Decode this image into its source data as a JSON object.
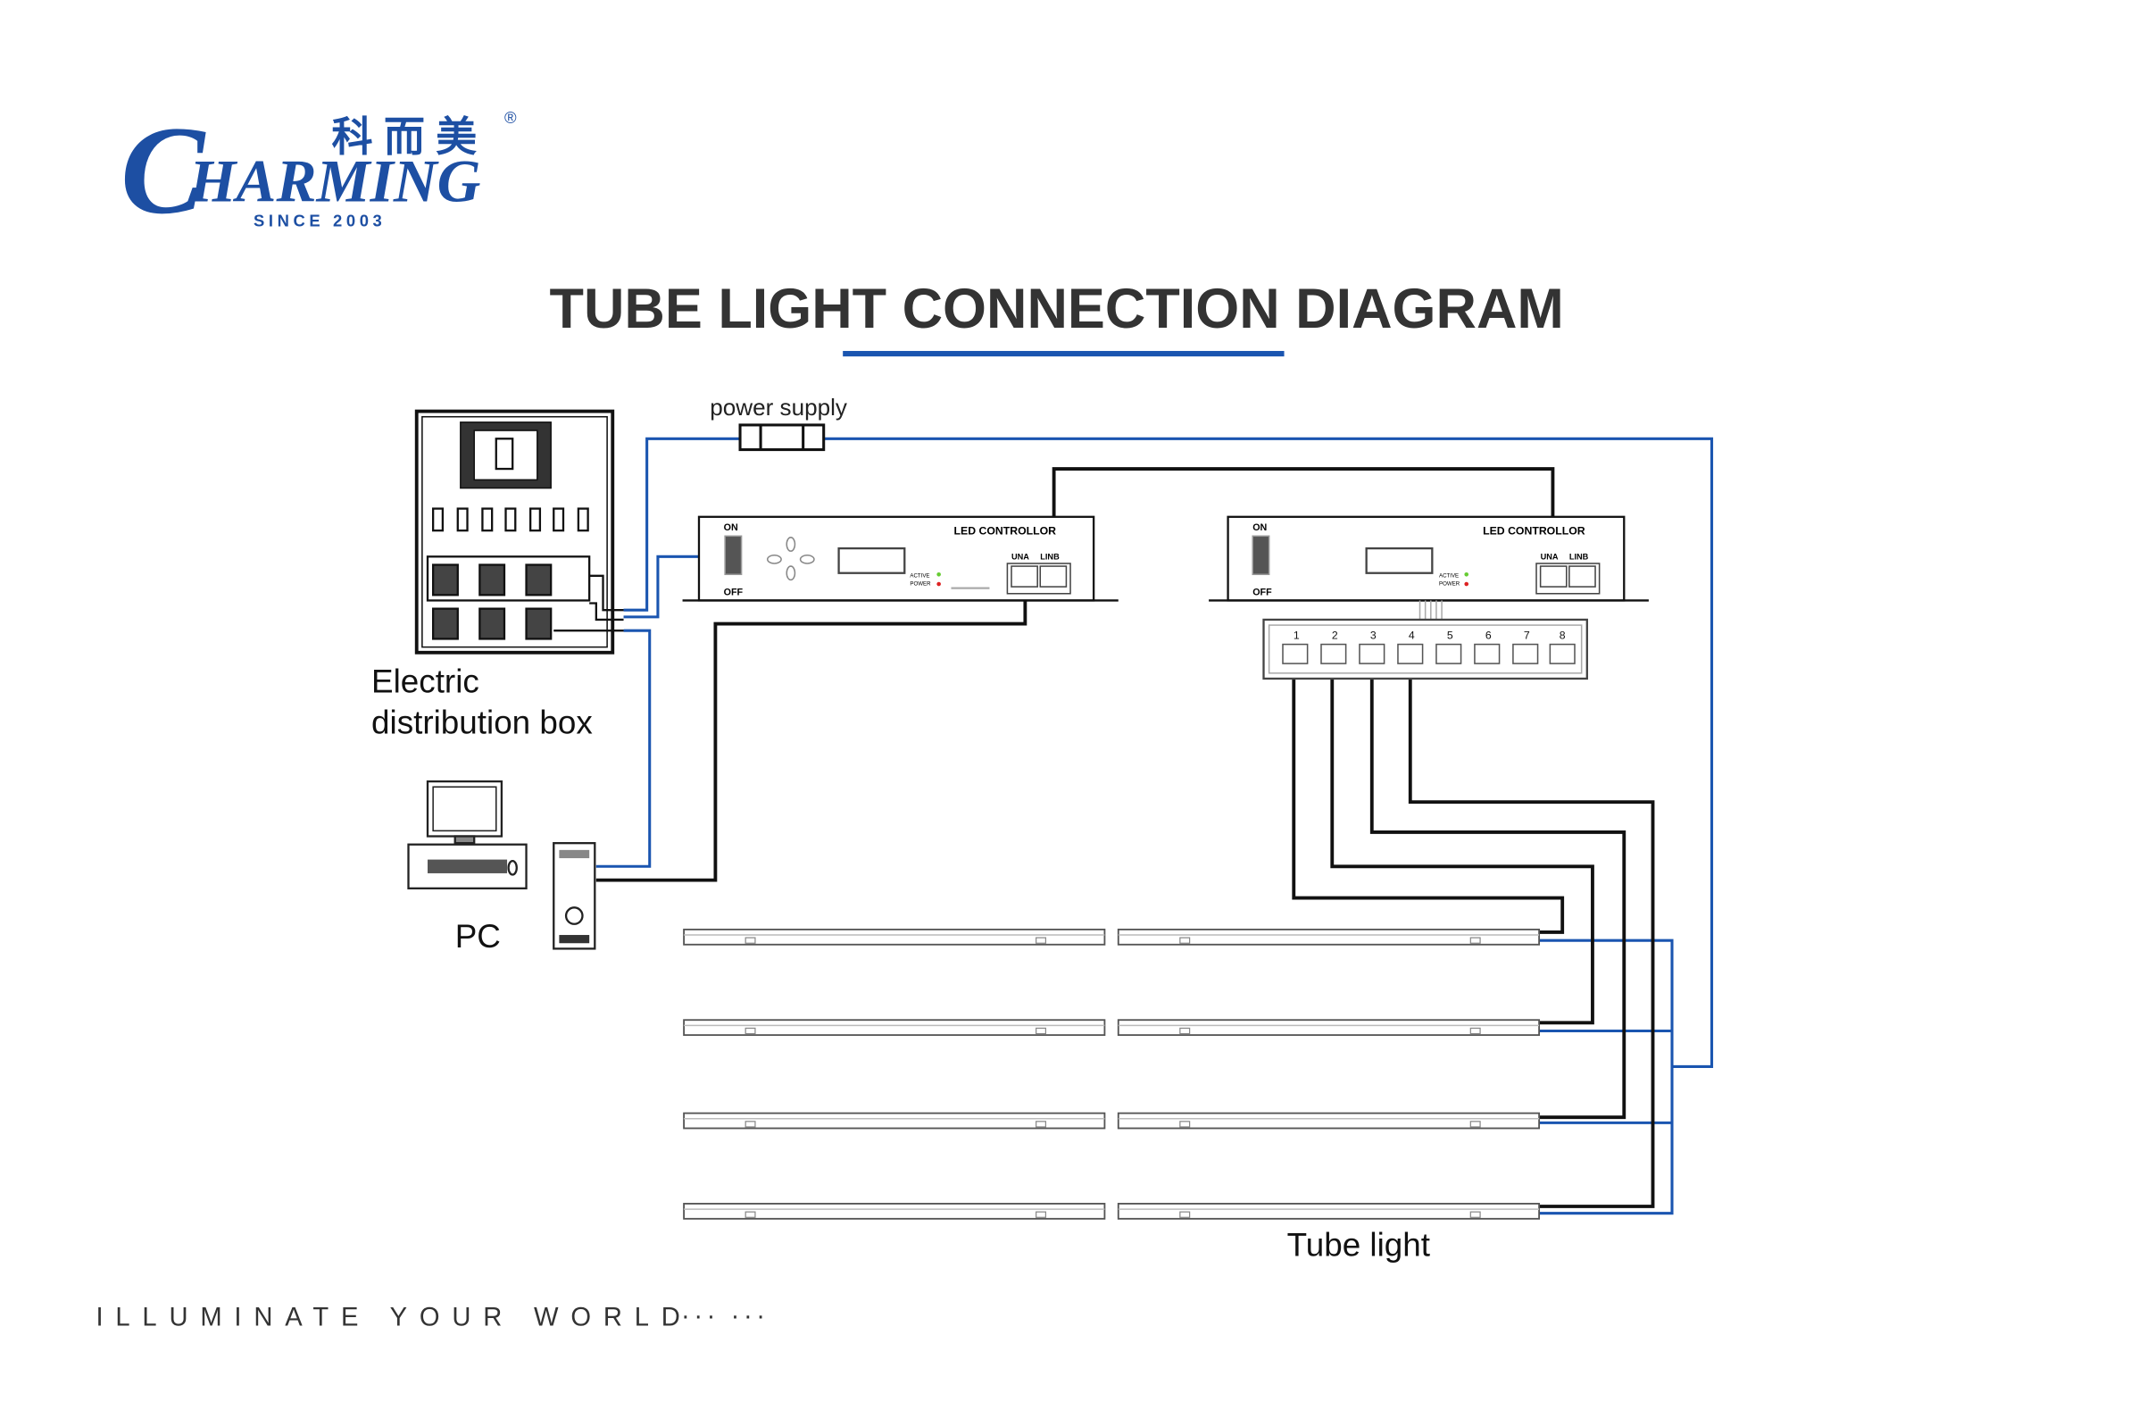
{
  "logo": {
    "chinese": "科而美",
    "brand": "HARMING",
    "brand_initial": "C",
    "since": "SINCE 2003",
    "registered": "®",
    "color": "#1d4fa3"
  },
  "title": "TUBE LIGHT CONNECTION DIAGRAM",
  "accent_color": "#1a55b0",
  "labels": {
    "power_supply": "power supply",
    "distribution_box_line1": "Electric",
    "distribution_box_line2": "distribution box",
    "pc": "PC",
    "tube_light": "Tube light"
  },
  "controllers": [
    {
      "title": "LED CONTROLLOR",
      "on": "ON",
      "off": "OFF",
      "port_a": "UNA",
      "port_b": "LINB",
      "active": "ACTIVE",
      "power": "POWER"
    },
    {
      "title": "LED CONTROLLOR",
      "on": "ON",
      "off": "OFF",
      "port_a": "UNA",
      "port_b": "LINB",
      "active": "ACTIVE",
      "power": "POWER"
    }
  ],
  "splitter": {
    "ports": [
      "1",
      "2",
      "3",
      "4",
      "5",
      "6",
      "7",
      "8"
    ]
  },
  "footer": {
    "tagline": "ILLUMINATE YOUR WORLD",
    "dots": "··· ···"
  }
}
